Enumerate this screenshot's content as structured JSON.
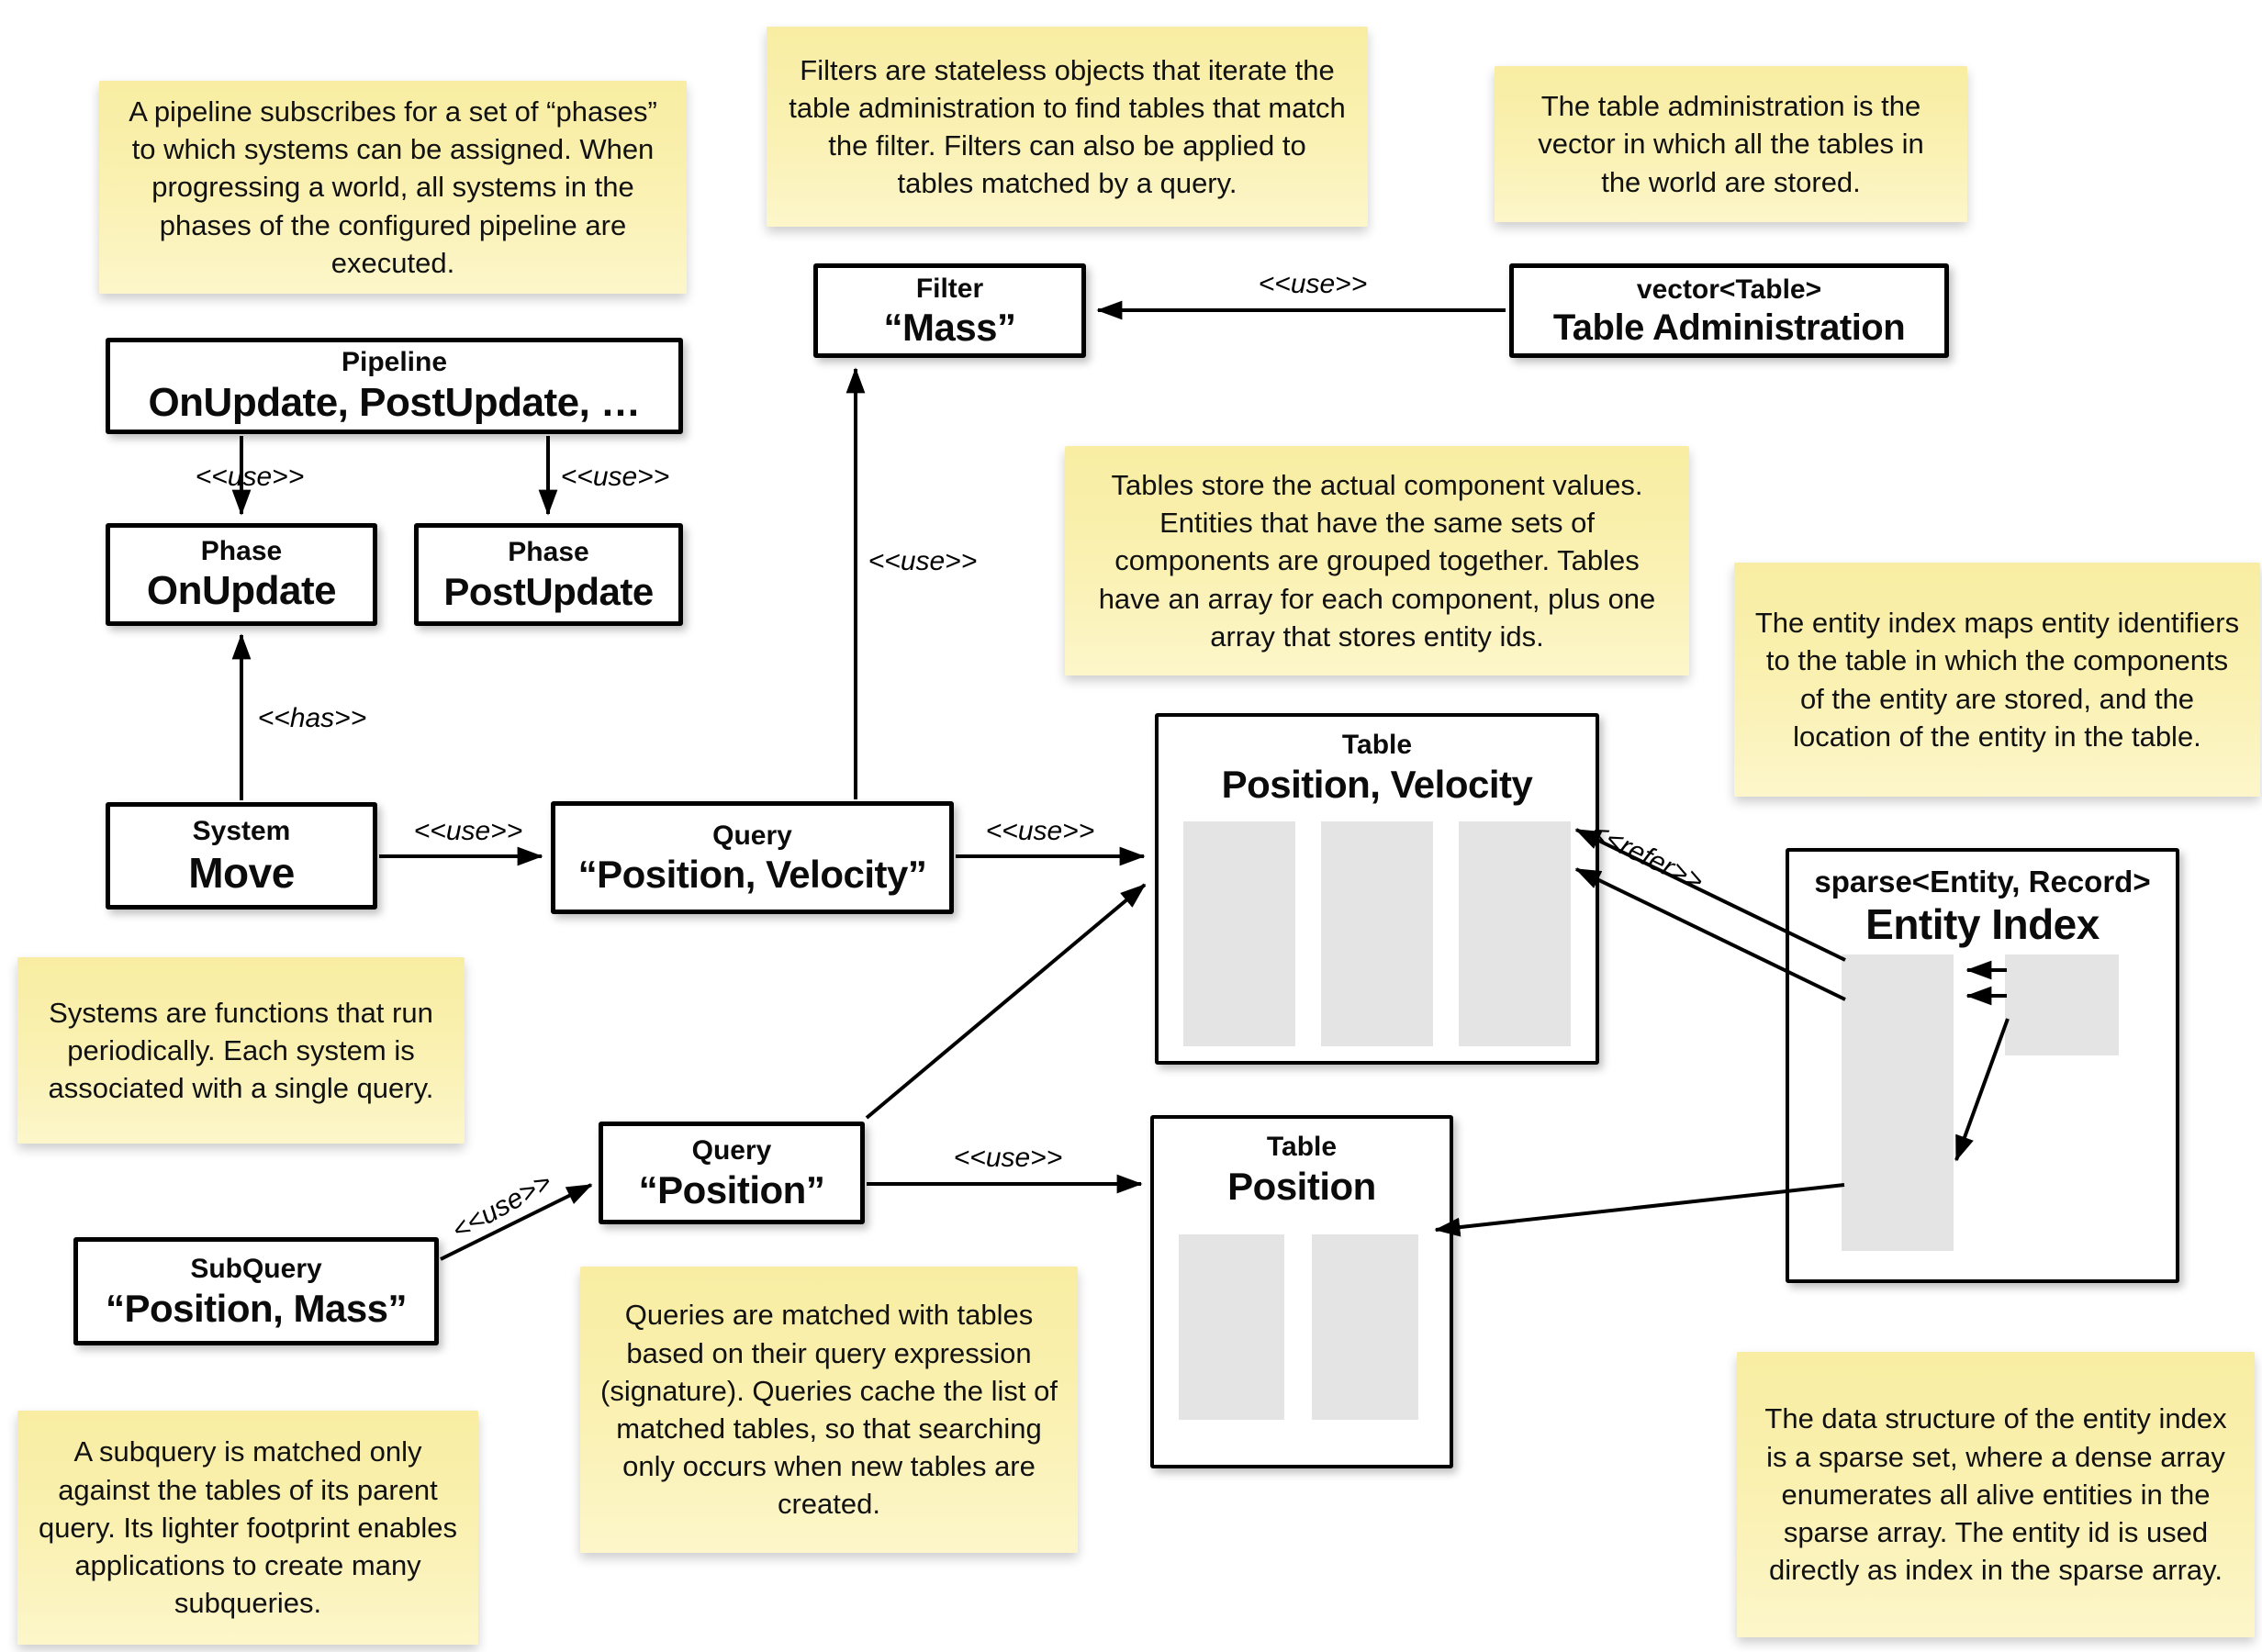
{
  "labels": {
    "use": "<<use>>",
    "has": "<<has>>",
    "refer": "<<refer>>"
  },
  "boxes": {
    "pipeline": {
      "stereotype": "Pipeline",
      "name": "OnUpdate, PostUpdate, …"
    },
    "phase_onupdate": {
      "stereotype": "Phase",
      "name": "OnUpdate"
    },
    "phase_postupdate": {
      "stereotype": "Phase",
      "name": "PostUpdate"
    },
    "system_move": {
      "stereotype": "System",
      "name": "Move"
    },
    "query_pv": {
      "stereotype": "Query",
      "name": "“Position, Velocity”"
    },
    "filter_mass": {
      "stereotype": "Filter",
      "name": "“Mass”"
    },
    "table_admin": {
      "stereotype": "vector<Table>",
      "name": "Table Administration"
    },
    "table_pv": {
      "stereotype": "Table",
      "name": "Position, Velocity"
    },
    "table_pos": {
      "stereotype": "Table",
      "name": "Position"
    },
    "entity_index": {
      "stereotype": "sparse<Entity, Record>",
      "name": "Entity Index"
    },
    "query_pos": {
      "stereotype": "Query",
      "name": "“Position”"
    },
    "subquery": {
      "stereotype": "SubQuery",
      "name": "“Position, Mass”"
    }
  },
  "notes": {
    "pipeline": "A pipeline subscribes for a set of “phases” to which systems can be assigned. When progressing a world, all systems in the phases of the configured pipeline are executed.",
    "filters": "Filters are stateless objects that iterate the table administration to find tables that match the filter. Filters can also be applied to tables matched by a query.",
    "table_admin": "The table administration is the vector in which all the tables in the world are stored.",
    "tables": "Tables store the actual component values. Entities that have the same sets of components are grouped together. Tables have an array for each component, plus one array that stores entity ids.",
    "entity_index": "The entity index maps entity identifiers to the table in which the components of the entity are stored, and the location of the entity in the table.",
    "systems": "Systems are functions that run periodically. Each system is associated with a single query.",
    "queries": "Queries are matched with tables based on their query expression (signature). Queries cache the list of matched tables, so that searching only occurs when new tables are created.",
    "subquery": "A subquery is matched only against the tables of its parent query. Its lighter footprint enables applications to create many subqueries.",
    "sparse_set": "The data structure of the entity index is a sparse set, where a dense array enumerates all alive entities in the sparse array. The entity id is used directly as index in the sparse array."
  },
  "colors": {
    "note_top": "#f8eda2",
    "note_bottom": "#fcf6ca",
    "array_gray": "#e4e4e4",
    "line_black": "#000000",
    "background": "#ffffff"
  }
}
